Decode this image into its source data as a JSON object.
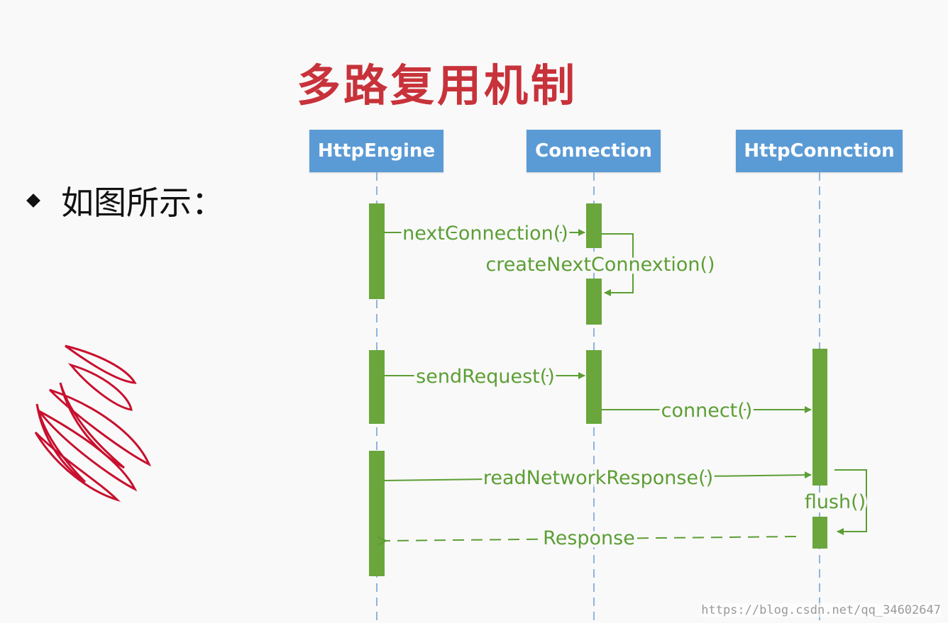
{
  "title": "多路复用机制",
  "bullet": {
    "text": "如图所示："
  },
  "lanes": [
    {
      "id": "engine",
      "label": "HttpEngine"
    },
    {
      "id": "connection",
      "label": "Connection"
    },
    {
      "id": "httpconnection",
      "label": "HttpConnction"
    }
  ],
  "messages": [
    {
      "id": "m1",
      "label": "nextConnection()",
      "type": "sync"
    },
    {
      "id": "m2",
      "label": "createNextConnextion()",
      "type": "self"
    },
    {
      "id": "m3",
      "label": "sendRequest()",
      "type": "sync"
    },
    {
      "id": "m4",
      "label": "connect()",
      "type": "sync"
    },
    {
      "id": "m5",
      "label": "readNetworkResponse()",
      "type": "sync"
    },
    {
      "id": "m6",
      "label": "flush()",
      "type": "self"
    },
    {
      "id": "m7",
      "label": "Response",
      "type": "return"
    }
  ],
  "watermark": "https://blog.csdn.net/qq_34602647",
  "colors": {
    "title": "#c8323a",
    "header": "#5b9bd5",
    "activation": "#6aa63c",
    "arrow": "#5c9e34",
    "lifeline": "#8fb4de",
    "logo": "#c8102e"
  }
}
